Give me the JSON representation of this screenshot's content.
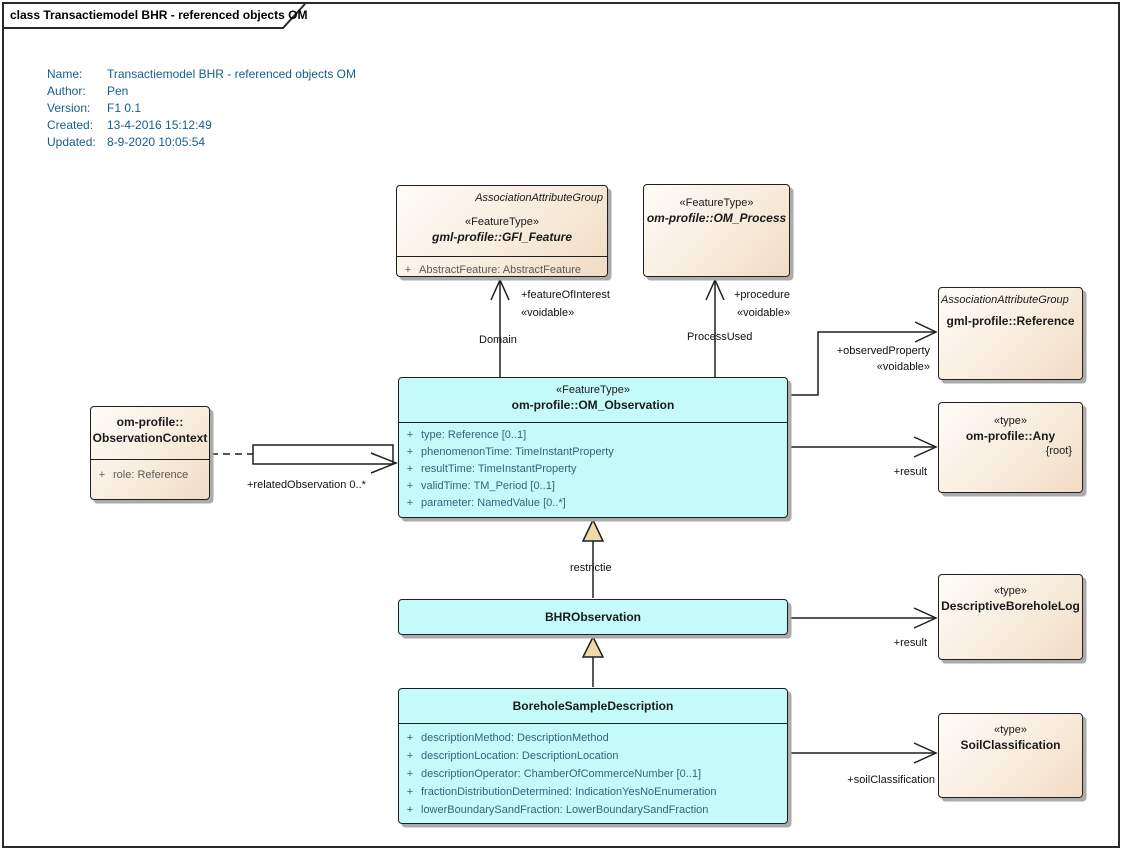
{
  "frame": {
    "title": "class Transactiemodel BHR - referenced objects OM"
  },
  "metadata": {
    "rows": [
      {
        "label": "Name:",
        "value": "Transactiemodel BHR - referenced objects OM"
      },
      {
        "label": "Author:",
        "value": "Pen"
      },
      {
        "label": "Version:",
        "value": "F1 0.1"
      },
      {
        "label": "Created:",
        "value": "13-4-2016 15:12:49"
      },
      {
        "label": "Updated:",
        "value": "8-9-2020 10:05:54"
      }
    ]
  },
  "uml": {
    "visibility_public": "+"
  },
  "classes": {
    "gfi_feature": {
      "tagline": "AssociationAttributeGroup",
      "stereotype": "«FeatureType»",
      "name": "gml-profile::GFI_Feature",
      "attributes": [
        "AbstractFeature: AbstractFeature"
      ]
    },
    "om_process": {
      "stereotype": "«FeatureType»",
      "name": "om-profile::OM_Process"
    },
    "reference": {
      "tagline": "AssociationAttributeGroup",
      "name": "gml-profile::Reference"
    },
    "any": {
      "stereotype": "«type»",
      "name": "om-profile::Any",
      "constraint": "{root}"
    },
    "observation_context": {
      "name_line1": "om-profile::",
      "name_line2": "ObservationContext",
      "attributes": [
        "role: Reference"
      ]
    },
    "om_observation": {
      "stereotype": "«FeatureType»",
      "name": "om-profile::OM_Observation",
      "attributes": [
        "type: Reference [0..1]",
        "phenomenonTime: TimeInstantProperty",
        "resultTime: TimeInstantProperty",
        "validTime: TM_Period [0..1]",
        "parameter: NamedValue [0..*]"
      ]
    },
    "bhr_observation": {
      "name": "BHRObservation"
    },
    "borehole_sample_description": {
      "name": "BoreholeSampleDescription",
      "attributes": [
        "descriptionMethod: DescriptionMethod",
        "descriptionLocation: DescriptionLocation",
        "descriptionOperator: ChamberOfCommerceNumber [0..1]",
        "fractionDistributionDetermined: IndicationYesNoEnumeration",
        "lowerBoundarySandFraction: LowerBoundarySandFraction"
      ]
    },
    "descriptive_borehole_log": {
      "stereotype": "«type»",
      "name": "DescriptiveBoreholeLog"
    },
    "soil_classification": {
      "stereotype": "«type»",
      "name": "SoilClassification"
    }
  },
  "connectors": {
    "feature_of_interest": {
      "role": "+featureOfInterest",
      "stereotype": "«voidable»",
      "name": "Domain"
    },
    "procedure": {
      "role": "+procedure",
      "stereotype": "«voidable»",
      "name": "ProcessUsed"
    },
    "observed_property": {
      "role": "+observedProperty",
      "stereotype": "«voidable»"
    },
    "result_observation": {
      "role": "+result"
    },
    "related_observation": {
      "role": "+relatedObservation 0..*"
    },
    "restrictie": {
      "name": "restrictie"
    },
    "result_bhr": {
      "role": "+result"
    },
    "soil_classification": {
      "role": "+soilClassification"
    }
  },
  "colors": {
    "cyan_fill": "#c5fafa",
    "cream_fill_start": "#fefcf9",
    "cream_fill_end": "#f1dcc5",
    "generalization_triangle": "#eed9a8",
    "metadata_text": "#155f8d",
    "attribute_text_cyan": "#2e6876",
    "attribute_text_cream": "#5a5a5a",
    "line": "#1f1f1f",
    "shadow": "#ababab"
  }
}
